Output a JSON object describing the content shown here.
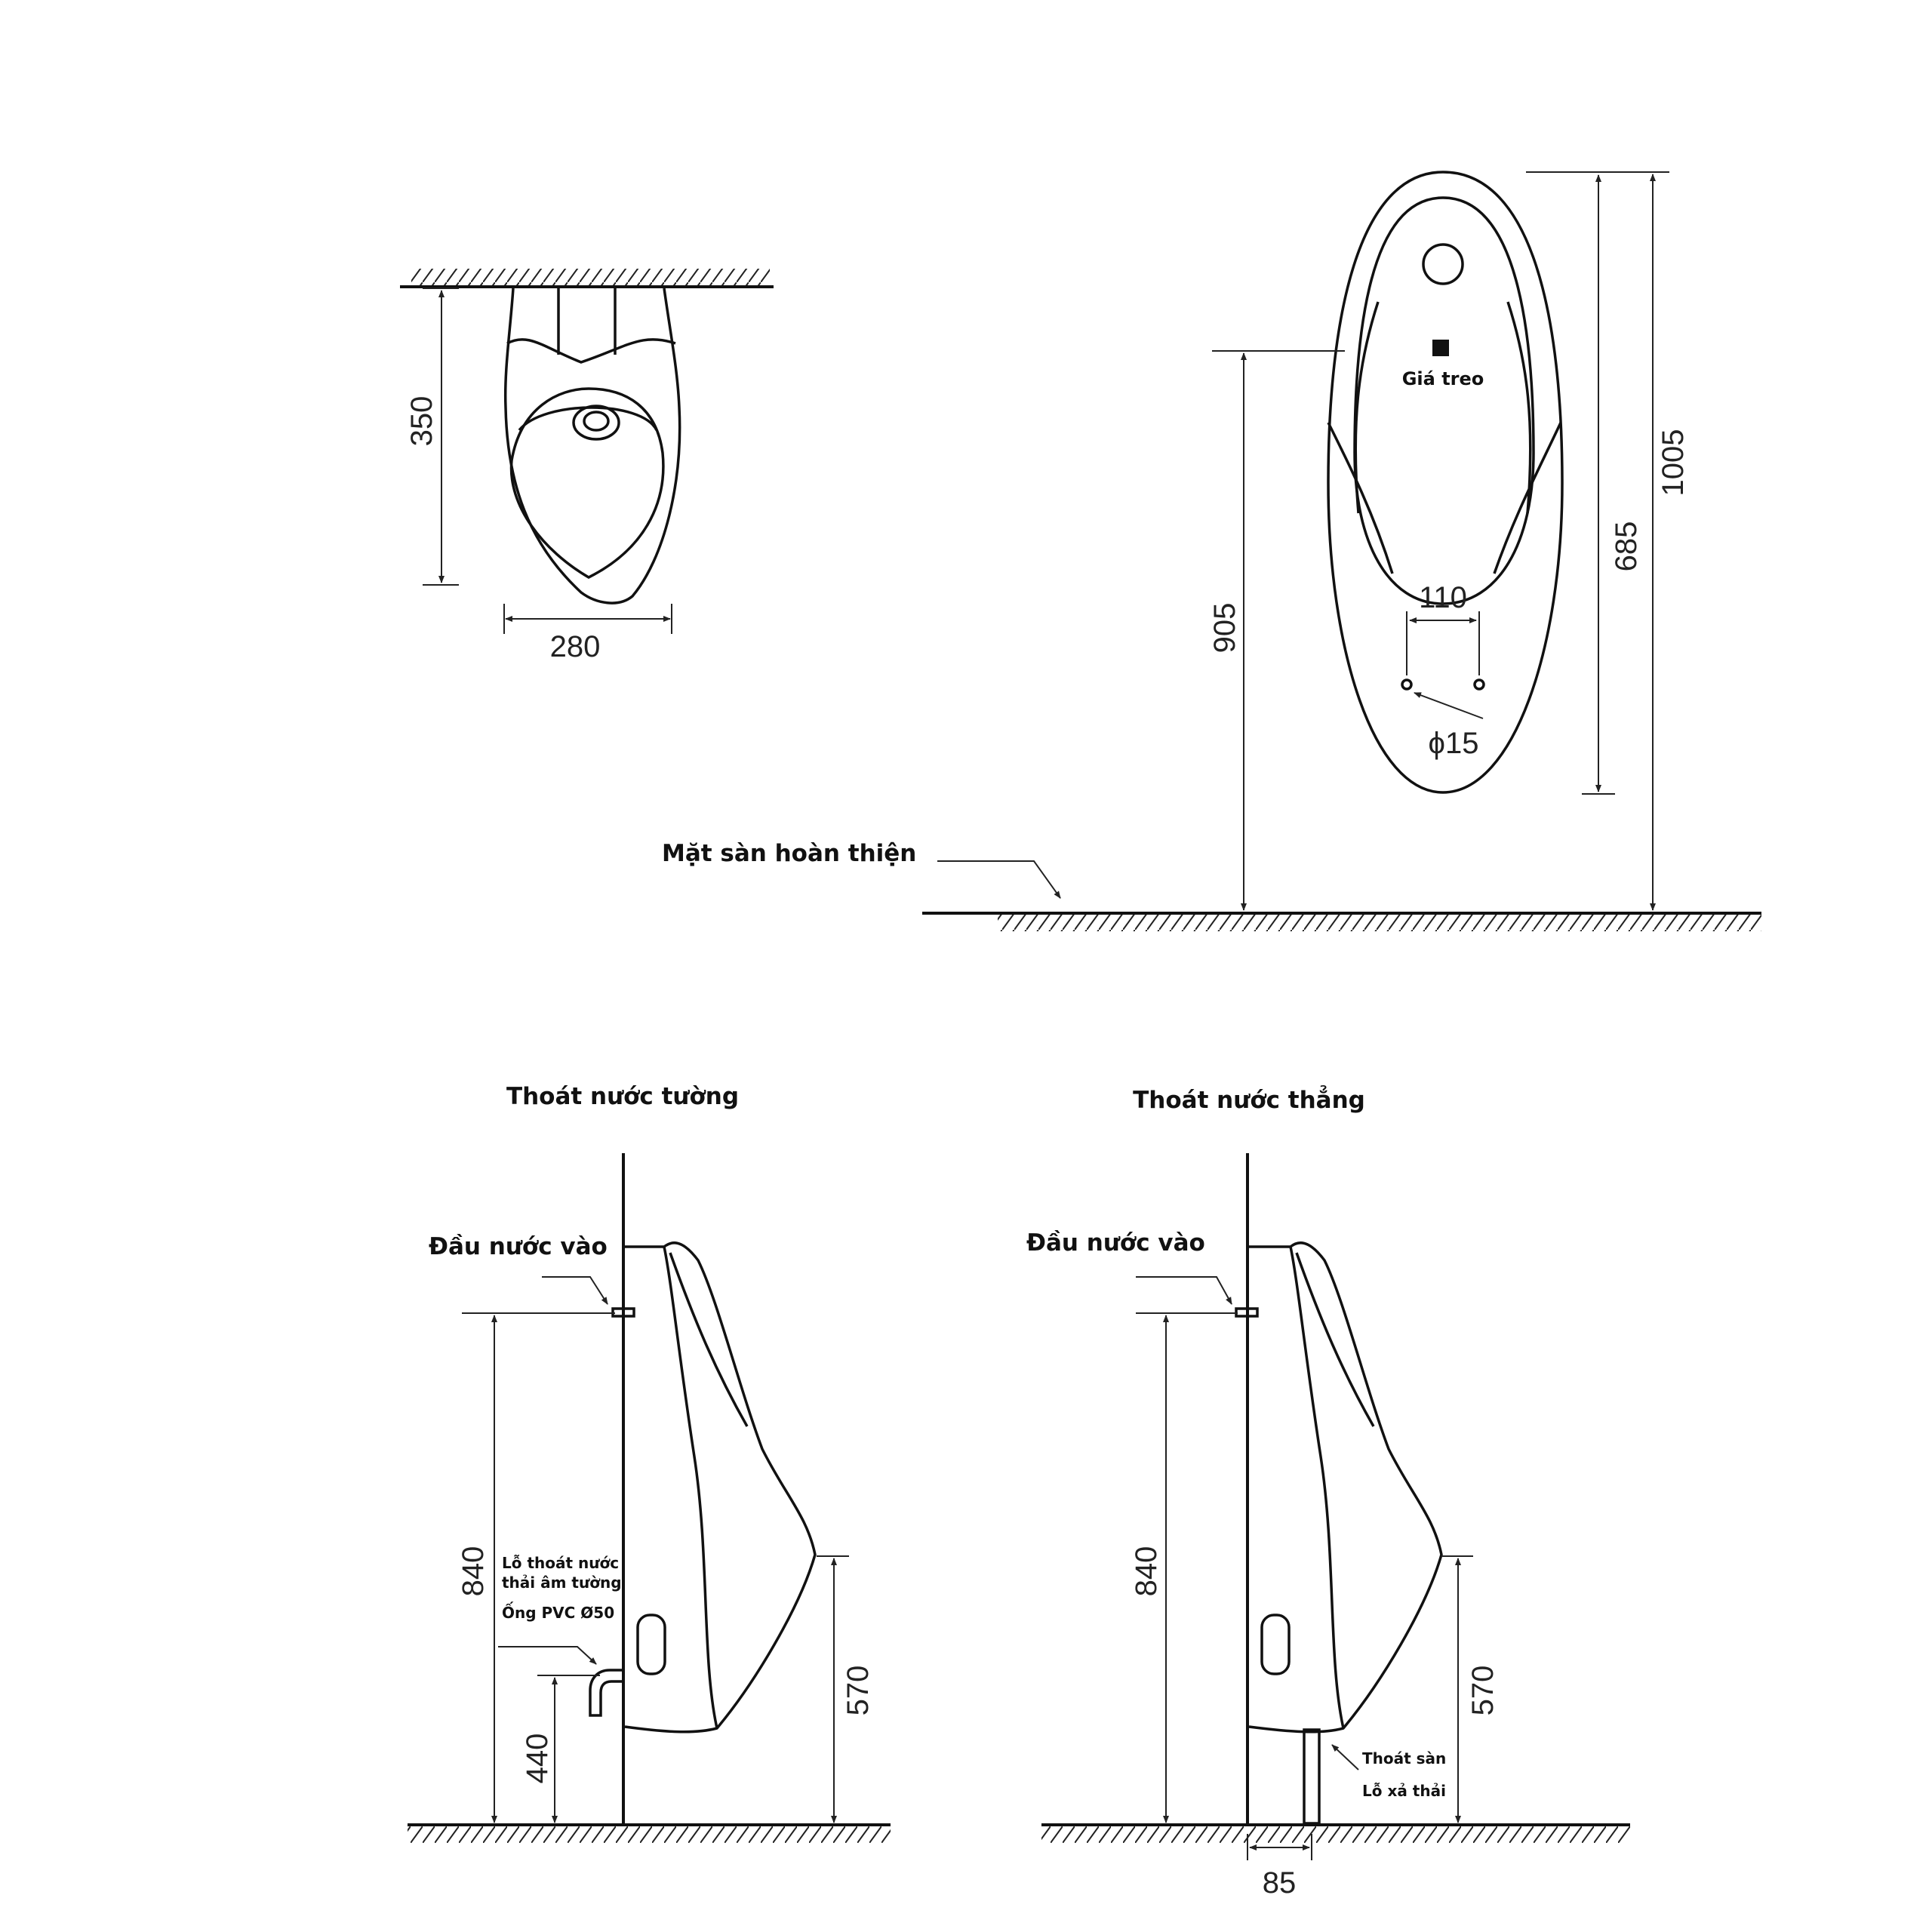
{
  "top_view": {
    "depth": "350",
    "width": "280"
  },
  "front_view": {
    "hanger_label": "Giá treo",
    "mount_height": "905",
    "height": "685",
    "total_height": "1005",
    "bolt_spacing": "110",
    "bolt_diameter": "ϕ15",
    "floor_label": "Mặt sàn hoàn thiện"
  },
  "wall_drain": {
    "title": "Thoát nước tường",
    "inlet_label": "Đầu nước vào",
    "inlet_height": "840",
    "outlet_label_1": "Lỗ thoát nước",
    "outlet_label_2": "thải âm tường",
    "pipe_label": "Ống PVC Ø50",
    "outlet_height": "440",
    "lip_height": "570"
  },
  "floor_drain": {
    "title": "Thoát nước thẳng",
    "inlet_label": "Đầu nước vào",
    "inlet_height": "840",
    "lip_height": "570",
    "floor_drain_label_1": "Thoát sàn",
    "floor_drain_label_2": "Lỗ xả thải",
    "drain_offset": "85"
  }
}
